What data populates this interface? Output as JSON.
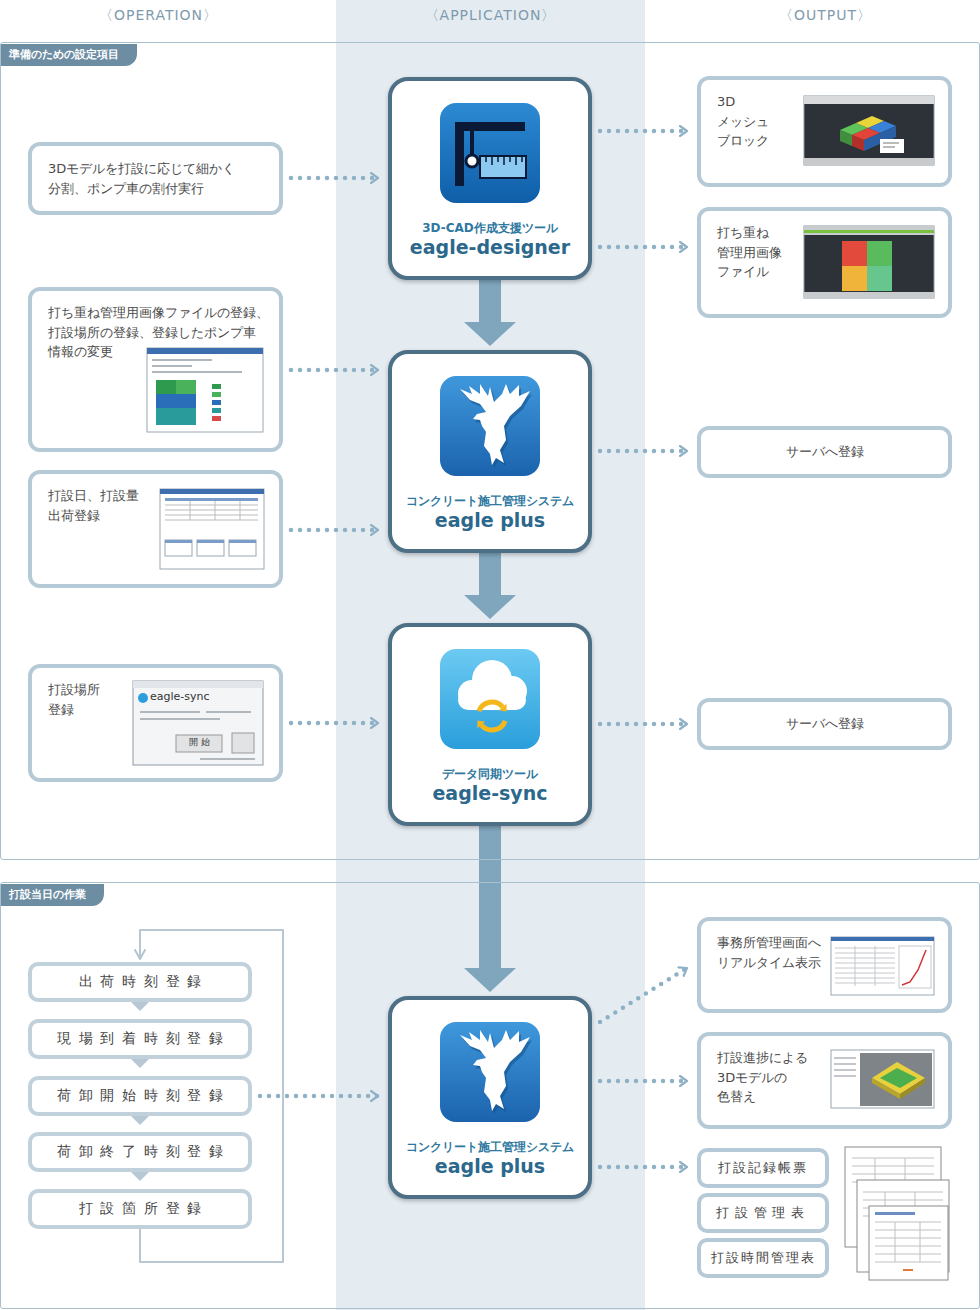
{
  "diagram": {
    "nodes": [
      {
        "text": [
          "準備のための設定項目"
        ]
      },
      {
        "text": [
          "3Dモデルを打設に応じて細かく 分割、ポンプ車の割付実行"
        ],
        "in": 0
      },
      {
        "text": [
          "3D-CAD作成支援ツール",
          "eagle-designer"
        ],
        "in": 0
      },
      {
        "text": [
          "3D メッシュ ブロック"
        ],
        "in": 0
      },
      {
        "text": [
          "打ち重ね 管理用画像 ファイル"
        ],
        "in": 0
      },
      {
        "text": [
          "打ち重ね管理用画像ファイルの登録、 打設場所の登録、登録したポンプ車 情報の変更"
        ],
        "in": 0
      },
      {
        "text": [
          "コンクリート施工管理システム",
          "eagle plus"
        ],
        "in": 0
      },
      {
        "text": [
          "サーバへ登録"
        ],
        "in": 0
      },
      {
        "text": [
          "打設日、打設量 出荷登録"
        ],
        "in": 0
      },
      {
        "text": [
          "打設場所 登録"
        ],
        "in": 0
      },
      {
        "text": [
          "データ同期ツール",
          "eagle-sync"
        ],
        "in": 0
      },
      {
        "text": [
          "サーバへ登録"
        ],
        "in": 0
      },
      {
        "text": [
          "打設当日の作業"
        ]
      },
      {
        "text": [
          "出荷時刻登録"
        ],
        "in": 12
      },
      {
        "text": [
          "現場到着時刻登録"
        ],
        "in": 12
      },
      {
        "text": [
          "荷卸開始時刻登録"
        ],
        "in": 12
      },
      {
        "text": [
          "荷卸終了時刻登録"
        ],
        "in": 12
      },
      {
        "text": [
          "打設箇所登録"
        ],
        "in": 12
      },
      {
        "text": [
          "コンクリート施工管理システム",
          "eagle plus"
        ],
        "in": 12
      },
      {
        "text": [
          "事務所管理画面へ リアルタイム表示"
        ],
        "in": 12
      },
      {
        "text": [
          "打設進捗による 3Dモデルの 色替え"
        ],
        "in": 12
      },
      {
        "text": [
          "打設記録帳票"
        ],
        "in": 12
      },
      {
        "text": [
          "打設管理表"
        ],
        "in": 12
      },
      {
        "text": [
          "打設時間管理表"
        ],
        "in": 12
      }
    ],
    "edges": [
      {
        "from": 1,
        "to": 2,
        "arrow": "to"
      },
      {
        "from": 2,
        "to": 3,
        "arrow": "to"
      },
      {
        "from": 2,
        "to": 4,
        "arrow": "to"
      },
      {
        "from": 2,
        "to": 6,
        "arrow": "to"
      },
      {
        "from": 5,
        "to": 6,
        "arrow": "to"
      },
      {
        "from": 8,
        "to": 6,
        "arrow": "to"
      },
      {
        "from": 6,
        "to": 7,
        "arrow": "to"
      },
      {
        "from": 6,
        "to": 10,
        "arrow": "to"
      },
      {
        "from": 9,
        "to": 10,
        "arrow": "to"
      },
      {
        "from": 10,
        "to": 11,
        "arrow": "to"
      },
      {
        "from": 10,
        "to": 18,
        "arrow": "to"
      },
      {
        "from": 13,
        "to": 14,
        "arrow": "to"
      },
      {
        "from": 14,
        "to": 15,
        "arrow": "to"
      },
      {
        "from": 15,
        "to": 16,
        "arrow": "to"
      },
      {
        "from": 16,
        "to": 17,
        "arrow": "to"
      },
      {
        "from": 17,
        "to": 13,
        "arrow": "to"
      },
      {
        "from": 15,
        "to": 18,
        "arrow": "to"
      },
      {
        "from": 18,
        "to": 19,
        "arrow": "to"
      },
      {
        "from": 18,
        "to": 20,
        "arrow": "to"
      },
      {
        "from": 18,
        "to": 21,
        "arrow": "to"
      }
    ],
    "labels": [
      "〈OPERATION〉",
      "〈APPLICATION〉",
      "〈OUTPUT〉",
      "eagle-sync",
      "開始"
    ]
  }
}
